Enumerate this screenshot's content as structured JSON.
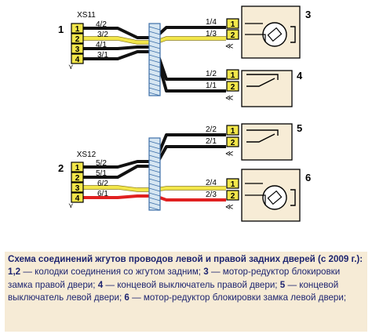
{
  "connectors": [
    {
      "ref": "1",
      "label": "XS11",
      "pins": [
        {
          "pin": "1",
          "wire": "4/2",
          "color": "#111111"
        },
        {
          "pin": "2",
          "wire": "4/1",
          "color": "#111111"
        },
        {
          "pin": "3",
          "wire": "3/2",
          "color": "#f2e64a"
        },
        {
          "pin": "4",
          "wire": "3/1",
          "color": "#e02020"
        }
      ]
    },
    {
      "ref": "2",
      "label": "XS12",
      "pins": [
        {
          "pin": "1",
          "wire": "5/2",
          "color": "#111111"
        },
        {
          "pin": "2",
          "wire": "5/1",
          "color": "#111111"
        },
        {
          "pin": "3",
          "wire": "6/2",
          "color": "#f2e64a"
        },
        {
          "pin": "4",
          "wire": "6/1",
          "color": "#e02020"
        }
      ]
    }
  ],
  "devices": [
    {
      "ref": "3",
      "kind": "motor",
      "pins": [
        {
          "pin": "1",
          "wire": "1/4"
        },
        {
          "pin": "2",
          "wire": "1/3"
        }
      ]
    },
    {
      "ref": "4",
      "kind": "switch",
      "pins": [
        {
          "pin": "1",
          "wire": "1/2"
        },
        {
          "pin": "2",
          "wire": "1/1"
        }
      ]
    },
    {
      "ref": "5",
      "kind": "switch",
      "pins": [
        {
          "pin": "1",
          "wire": "2/2"
        },
        {
          "pin": "2",
          "wire": "2/1"
        }
      ]
    },
    {
      "ref": "6",
      "kind": "motor",
      "pins": [
        {
          "pin": "1",
          "wire": "2/4"
        },
        {
          "pin": "2",
          "wire": "2/3"
        }
      ]
    }
  ],
  "caption": {
    "title": "Схема соединений жгутов проводов левой и правой задних дверей (с 2009 г.):",
    "items": [
      {
        "num": "1,2",
        "text": "— колодки соединения со жгутом задним;"
      },
      {
        "num": "3",
        "text": "— мотор-редуктор блокировки замка правой двери;"
      },
      {
        "num": "4",
        "text": "— концевой выключатель правой двери;"
      },
      {
        "num": "5",
        "text": "— концевой выключатель левой двери;"
      },
      {
        "num": "6",
        "text": "— мотор-редуктор блокировки замка левой двери;"
      }
    ]
  },
  "colors": {
    "black": "#111111",
    "yellow": "#f2e64a",
    "red": "#e02020",
    "device_bg": "#f7ecd6",
    "connector_fill": "#f2e64a",
    "text_blue": "#1d2470"
  }
}
